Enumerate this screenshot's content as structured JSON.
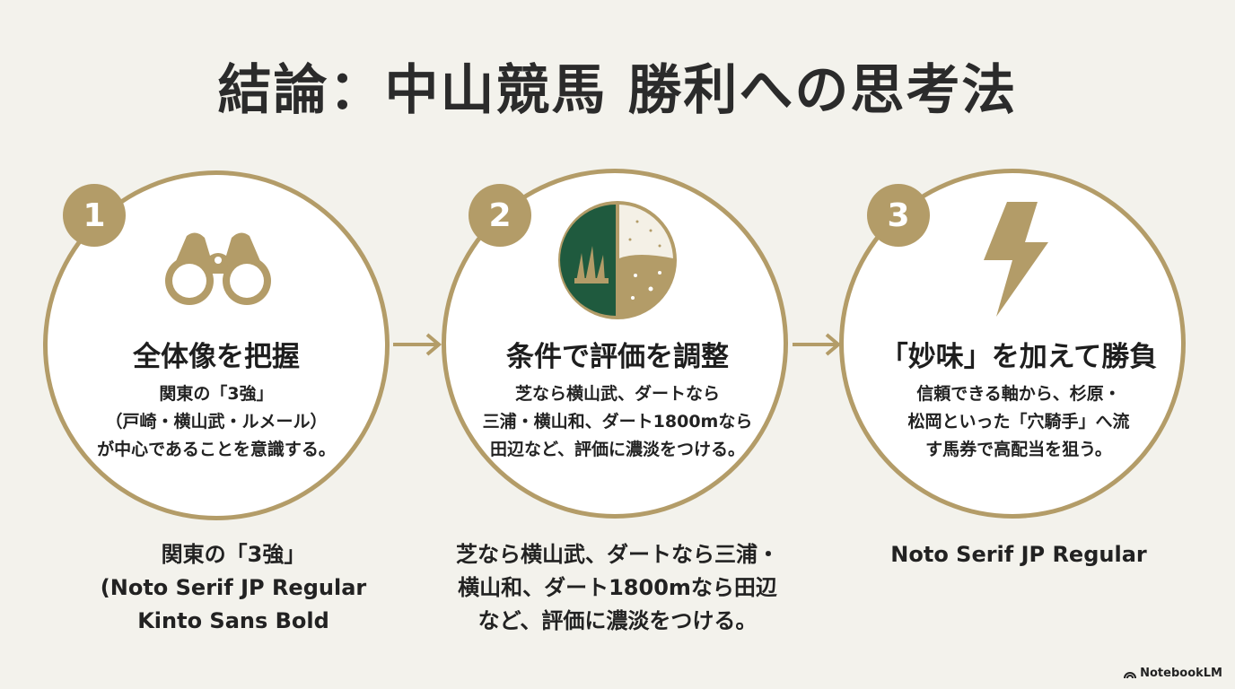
{
  "title": "結論：中山競馬 勝利への思考法",
  "accent_color": "#b39c68",
  "steps": [
    {
      "number": "1",
      "icon": "binoculars-icon",
      "heading": "全体像を把握",
      "body": [
        "関東の「3強」",
        "（戸崎・横山武・ルメール）",
        "が中心であることを意識する。"
      ],
      "caption": [
        "関東の「3強」",
        "(Noto Serif JP Regular",
        "Kinto Sans Bold"
      ]
    },
    {
      "number": "2",
      "icon": "turf-dirt-icon",
      "heading": "条件で評価を調整",
      "body": [
        "芝なら横山武、ダートなら",
        "三浦・横山和、ダート1800mなら",
        "田辺など、評価に濃淡をつける。"
      ],
      "caption": [
        "芝なら横山武、ダートなら三浦・",
        "横山和、ダート1800mなら田辺",
        "など、評価に濃淡をつける。"
      ]
    },
    {
      "number": "3",
      "icon": "lightning-icon",
      "heading": "「妙味」を加えて勝負",
      "body": [
        "信頼できる軸から、杉原・",
        "松岡といった「穴騎手」へ流",
        "す馬券で高配当を狙う。"
      ],
      "caption": [
        "Noto Serif JP Regular"
      ]
    }
  ],
  "brand": "NotebookLM"
}
